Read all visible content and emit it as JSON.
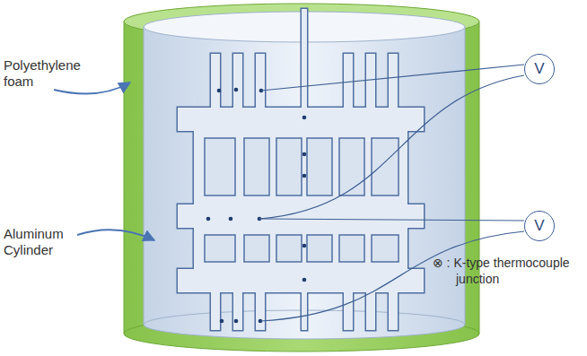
{
  "diagram": {
    "nodes": [
      {
        "text": [
          "V"
        ]
      },
      {
        "text": [
          "V"
        ]
      }
    ],
    "labels": [
      "Polyethylene foam",
      "Aluminum Cylinder"
    ],
    "legend": [
      {
        "text": "⊗ : K-type thermocouple junction"
      }
    ]
  }
}
